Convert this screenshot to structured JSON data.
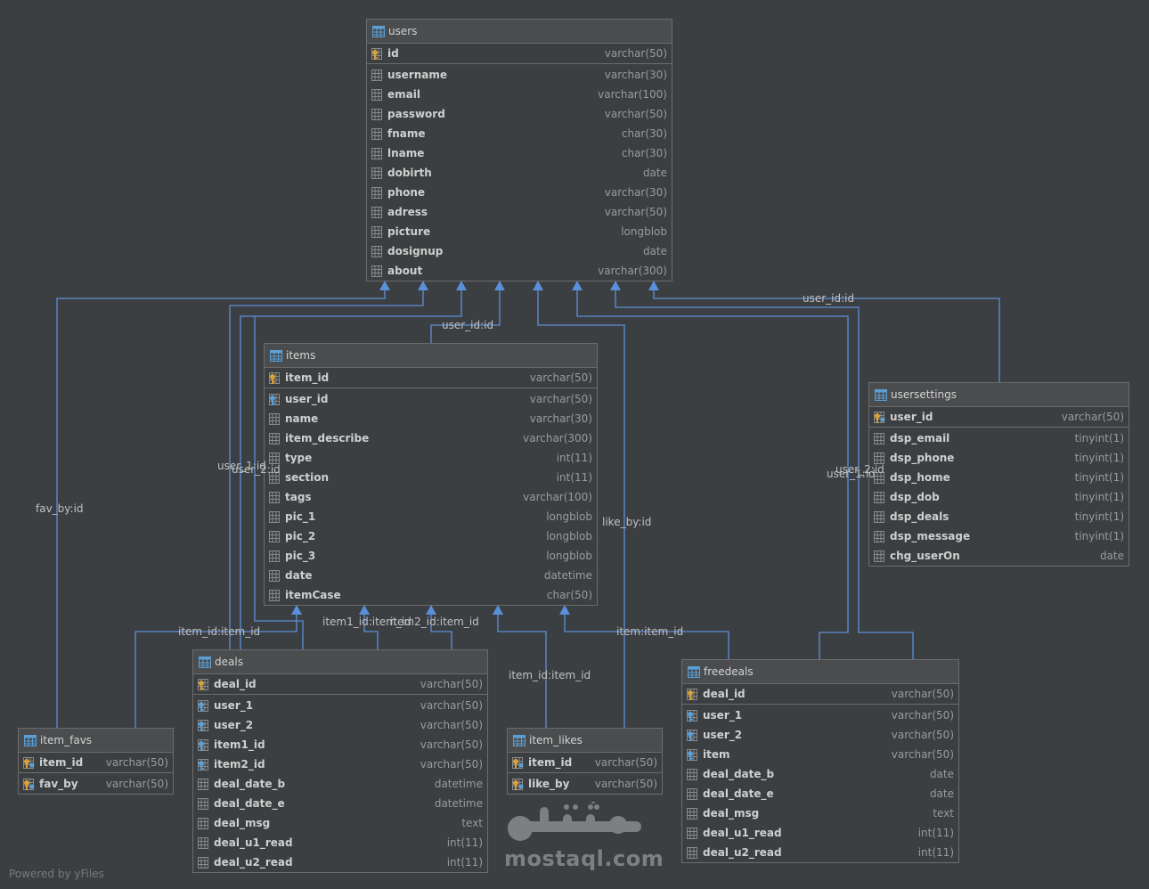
{
  "tables": [
    {
      "id": "users",
      "name": "users",
      "columns": [
        {
          "name": "id",
          "type": "varchar(50)",
          "key": "pk"
        },
        {
          "name": "username",
          "type": "varchar(30)",
          "key": "col"
        },
        {
          "name": "email",
          "type": "varchar(100)",
          "key": "col"
        },
        {
          "name": "password",
          "type": "varchar(50)",
          "key": "col"
        },
        {
          "name": "fname",
          "type": "char(30)",
          "key": "col"
        },
        {
          "name": "lname",
          "type": "char(30)",
          "key": "col"
        },
        {
          "name": "dobirth",
          "type": "date",
          "key": "col"
        },
        {
          "name": "phone",
          "type": "varchar(30)",
          "key": "col"
        },
        {
          "name": "adress",
          "type": "varchar(50)",
          "key": "col"
        },
        {
          "name": "picture",
          "type": "longblob",
          "key": "col"
        },
        {
          "name": "dosignup",
          "type": "date",
          "key": "col"
        },
        {
          "name": "about",
          "type": "varchar(300)",
          "key": "col"
        }
      ]
    },
    {
      "id": "items",
      "name": "items",
      "columns": [
        {
          "name": "item_id",
          "type": "varchar(50)",
          "key": "pk"
        },
        {
          "name": "user_id",
          "type": "varchar(50)",
          "key": "fk"
        },
        {
          "name": "name",
          "type": "varchar(30)",
          "key": "col"
        },
        {
          "name": "item_describe",
          "type": "varchar(300)",
          "key": "col"
        },
        {
          "name": "type",
          "type": "int(11)",
          "key": "col"
        },
        {
          "name": "section",
          "type": "int(11)",
          "key": "col"
        },
        {
          "name": "tags",
          "type": "varchar(100)",
          "key": "col"
        },
        {
          "name": "pic_1",
          "type": "longblob",
          "key": "col"
        },
        {
          "name": "pic_2",
          "type": "longblob",
          "key": "col"
        },
        {
          "name": "pic_3",
          "type": "longblob",
          "key": "col"
        },
        {
          "name": "date",
          "type": "datetime",
          "key": "col"
        },
        {
          "name": "itemCase",
          "type": "char(50)",
          "key": "col"
        }
      ]
    },
    {
      "id": "usersettings",
      "name": "usersettings",
      "columns": [
        {
          "name": "user_id",
          "type": "varchar(50)",
          "key": "pkfk"
        },
        {
          "name": "dsp_email",
          "type": "tinyint(1)",
          "key": "col"
        },
        {
          "name": "dsp_phone",
          "type": "tinyint(1)",
          "key": "col"
        },
        {
          "name": "dsp_home",
          "type": "tinyint(1)",
          "key": "col"
        },
        {
          "name": "dsp_dob",
          "type": "tinyint(1)",
          "key": "col"
        },
        {
          "name": "dsp_deals",
          "type": "tinyint(1)",
          "key": "col"
        },
        {
          "name": "dsp_message",
          "type": "tinyint(1)",
          "key": "col"
        },
        {
          "name": "chg_userOn",
          "type": "date",
          "key": "col"
        }
      ]
    },
    {
      "id": "deals",
      "name": "deals",
      "columns": [
        {
          "name": "deal_id",
          "type": "varchar(50)",
          "key": "pk"
        },
        {
          "name": "user_1",
          "type": "varchar(50)",
          "key": "fk"
        },
        {
          "name": "user_2",
          "type": "varchar(50)",
          "key": "fk"
        },
        {
          "name": "item1_id",
          "type": "varchar(50)",
          "key": "fk"
        },
        {
          "name": "item2_id",
          "type": "varchar(50)",
          "key": "fk"
        },
        {
          "name": "deal_date_b",
          "type": "datetime",
          "key": "col"
        },
        {
          "name": "deal_date_e",
          "type": "datetime",
          "key": "col"
        },
        {
          "name": "deal_msg",
          "type": "text",
          "key": "col"
        },
        {
          "name": "deal_u1_read",
          "type": "int(11)",
          "key": "col"
        },
        {
          "name": "deal_u2_read",
          "type": "int(11)",
          "key": "col"
        }
      ]
    },
    {
      "id": "item_favs",
      "name": "item_favs",
      "columns": [
        {
          "name": "item_id",
          "type": "varchar(50)",
          "key": "pkfk"
        },
        {
          "name": "fav_by",
          "type": "varchar(50)",
          "key": "pkfk"
        }
      ]
    },
    {
      "id": "item_likes",
      "name": "item_likes",
      "columns": [
        {
          "name": "item_id",
          "type": "varchar(50)",
          "key": "pkfk"
        },
        {
          "name": "like_by",
          "type": "varchar(50)",
          "key": "pkfk"
        }
      ]
    },
    {
      "id": "freedeals",
      "name": "freedeals",
      "columns": [
        {
          "name": "deal_id",
          "type": "varchar(50)",
          "key": "pk"
        },
        {
          "name": "user_1",
          "type": "varchar(50)",
          "key": "fk"
        },
        {
          "name": "user_2",
          "type": "varchar(50)",
          "key": "fk"
        },
        {
          "name": "item",
          "type": "varchar(50)",
          "key": "fk"
        },
        {
          "name": "deal_date_b",
          "type": "date",
          "key": "col"
        },
        {
          "name": "deal_date_e",
          "type": "date",
          "key": "col"
        },
        {
          "name": "deal_msg",
          "type": "text",
          "key": "col"
        },
        {
          "name": "deal_u1_read",
          "type": "int(11)",
          "key": "col"
        },
        {
          "name": "deal_u2_read",
          "type": "int(11)",
          "key": "col"
        }
      ]
    }
  ],
  "relations": [
    {
      "id": "favs_user",
      "label": "fav_by:id"
    },
    {
      "id": "items_user",
      "label": "user_id:id"
    },
    {
      "id": "deals_user1",
      "label": "user_1:id"
    },
    {
      "id": "deals_user2",
      "label": "user_2:id"
    },
    {
      "id": "likes_user",
      "label": "like_by:id"
    },
    {
      "id": "fd_user2",
      "label": "user_2:id"
    },
    {
      "id": "fd_user1",
      "label": "user_1:id"
    },
    {
      "id": "settings_user",
      "label": "user_id:id"
    },
    {
      "id": "favs_item",
      "label": "item_id:item_id"
    },
    {
      "id": "deals_item1",
      "label": "item1_id:item_id"
    },
    {
      "id": "deals_item2",
      "label": "item2_id:item_id"
    },
    {
      "id": "likes_item",
      "label": "item_id:item_id"
    },
    {
      "id": "fd_item",
      "label": "item:item_id"
    }
  ],
  "footer": "Powered by yFiles",
  "watermark": {
    "arabic": "مستقل",
    "latin": "mostaql.com"
  },
  "colors": {
    "background": "#3c3f41",
    "edge": "#5b8fd9",
    "key": "#d8a23a",
    "table_icon": "#5aa0d8"
  }
}
